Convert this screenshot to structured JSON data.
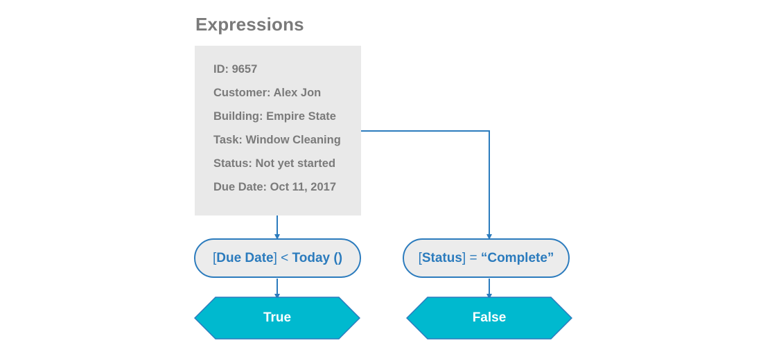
{
  "title": "Expressions",
  "record": {
    "lines": [
      "ID: 9657",
      "Customer: Alex Jon",
      "Building: Empire State",
      "Task: Window Cleaning",
      "Status: Not yet started",
      "Due Date: Oct 11, 2017"
    ]
  },
  "expressions": {
    "left": {
      "open_bracket": "[",
      "field": "Due Date",
      "close_bracket": "]",
      "operator": " < ",
      "value": "Today ()"
    },
    "right": {
      "open_bracket": "[",
      "field": "Status",
      "close_bracket": "]",
      "operator": " = ",
      "value": "“Complete”"
    }
  },
  "results": {
    "left": "True",
    "right": "False"
  },
  "colors": {
    "connector": "#2b7bbd",
    "card_bg": "#e9e9e9",
    "pill_bg": "#ececec",
    "result_fill": "#00b9cf",
    "result_stroke": "#2b7bbd",
    "muted_text": "#7a7a7a"
  }
}
